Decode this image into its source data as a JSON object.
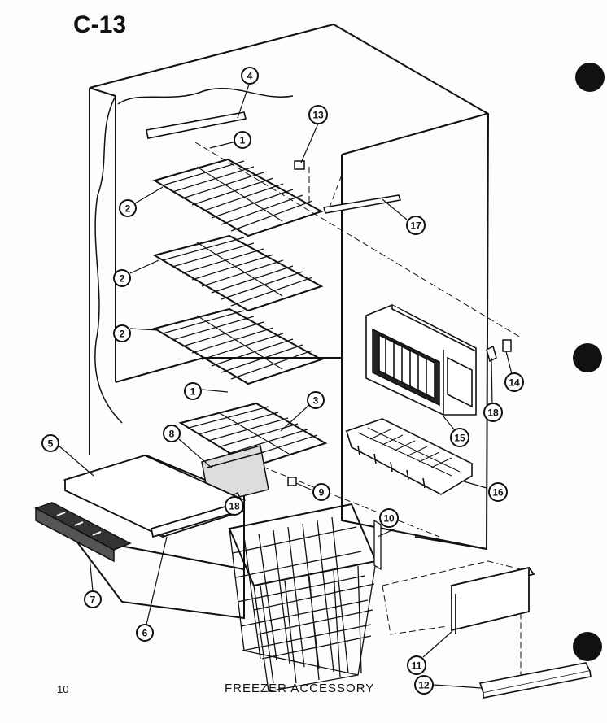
{
  "diagram_code": "C-13",
  "page_number": "10",
  "caption": "FREEZER ACCESSORY",
  "callouts": [
    {
      "label": "1"
    },
    {
      "label": "1"
    },
    {
      "label": "2"
    },
    {
      "label": "2"
    },
    {
      "label": "2"
    },
    {
      "label": "3"
    },
    {
      "label": "4"
    },
    {
      "label": "5"
    },
    {
      "label": "6"
    },
    {
      "label": "7"
    },
    {
      "label": "8"
    },
    {
      "label": "9"
    },
    {
      "label": "10"
    },
    {
      "label": "11"
    },
    {
      "label": "12"
    },
    {
      "label": "13"
    },
    {
      "label": "14"
    },
    {
      "label": "15"
    },
    {
      "label": "16"
    },
    {
      "label": "17"
    },
    {
      "label": "18"
    },
    {
      "label": "18"
    }
  ],
  "colors": {
    "ink": "#111111",
    "paper": "#fdfdfb"
  }
}
